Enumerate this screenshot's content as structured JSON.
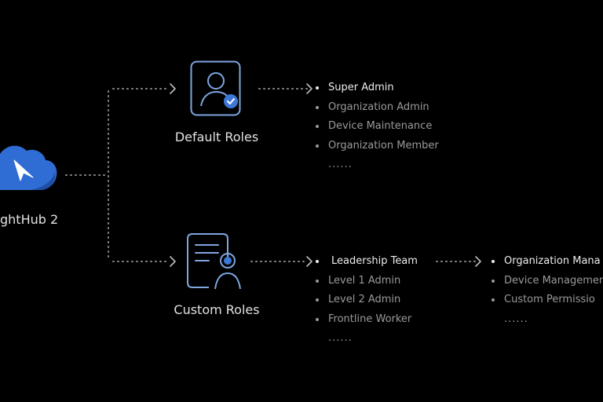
{
  "hub": {
    "label": "ghtHub 2",
    "icon": "cloud-cursor-icon",
    "accent": "#2f6cd3"
  },
  "default_roles": {
    "label": "Default Roles",
    "icon": "user-check-icon",
    "items": [
      "Super Admin",
      "Organization Admin",
      "Device Maintenance",
      "Organization Member"
    ],
    "more": "......"
  },
  "custom_roles": {
    "label": "Custom Roles",
    "icon": "document-user-icon",
    "items": [
      "Leadership Team",
      "Level 1 Admin",
      "Level 2 Admin",
      "Frontline Worker"
    ],
    "more": "......"
  },
  "leadership_permissions": {
    "items": [
      "Organization Mana",
      "Device Managemen",
      "Custom Permissio"
    ],
    "more": "......"
  },
  "colors": {
    "icon_stroke": "#7ea6df",
    "badge": "#3d78d8",
    "connector": "#8a8a8a"
  }
}
